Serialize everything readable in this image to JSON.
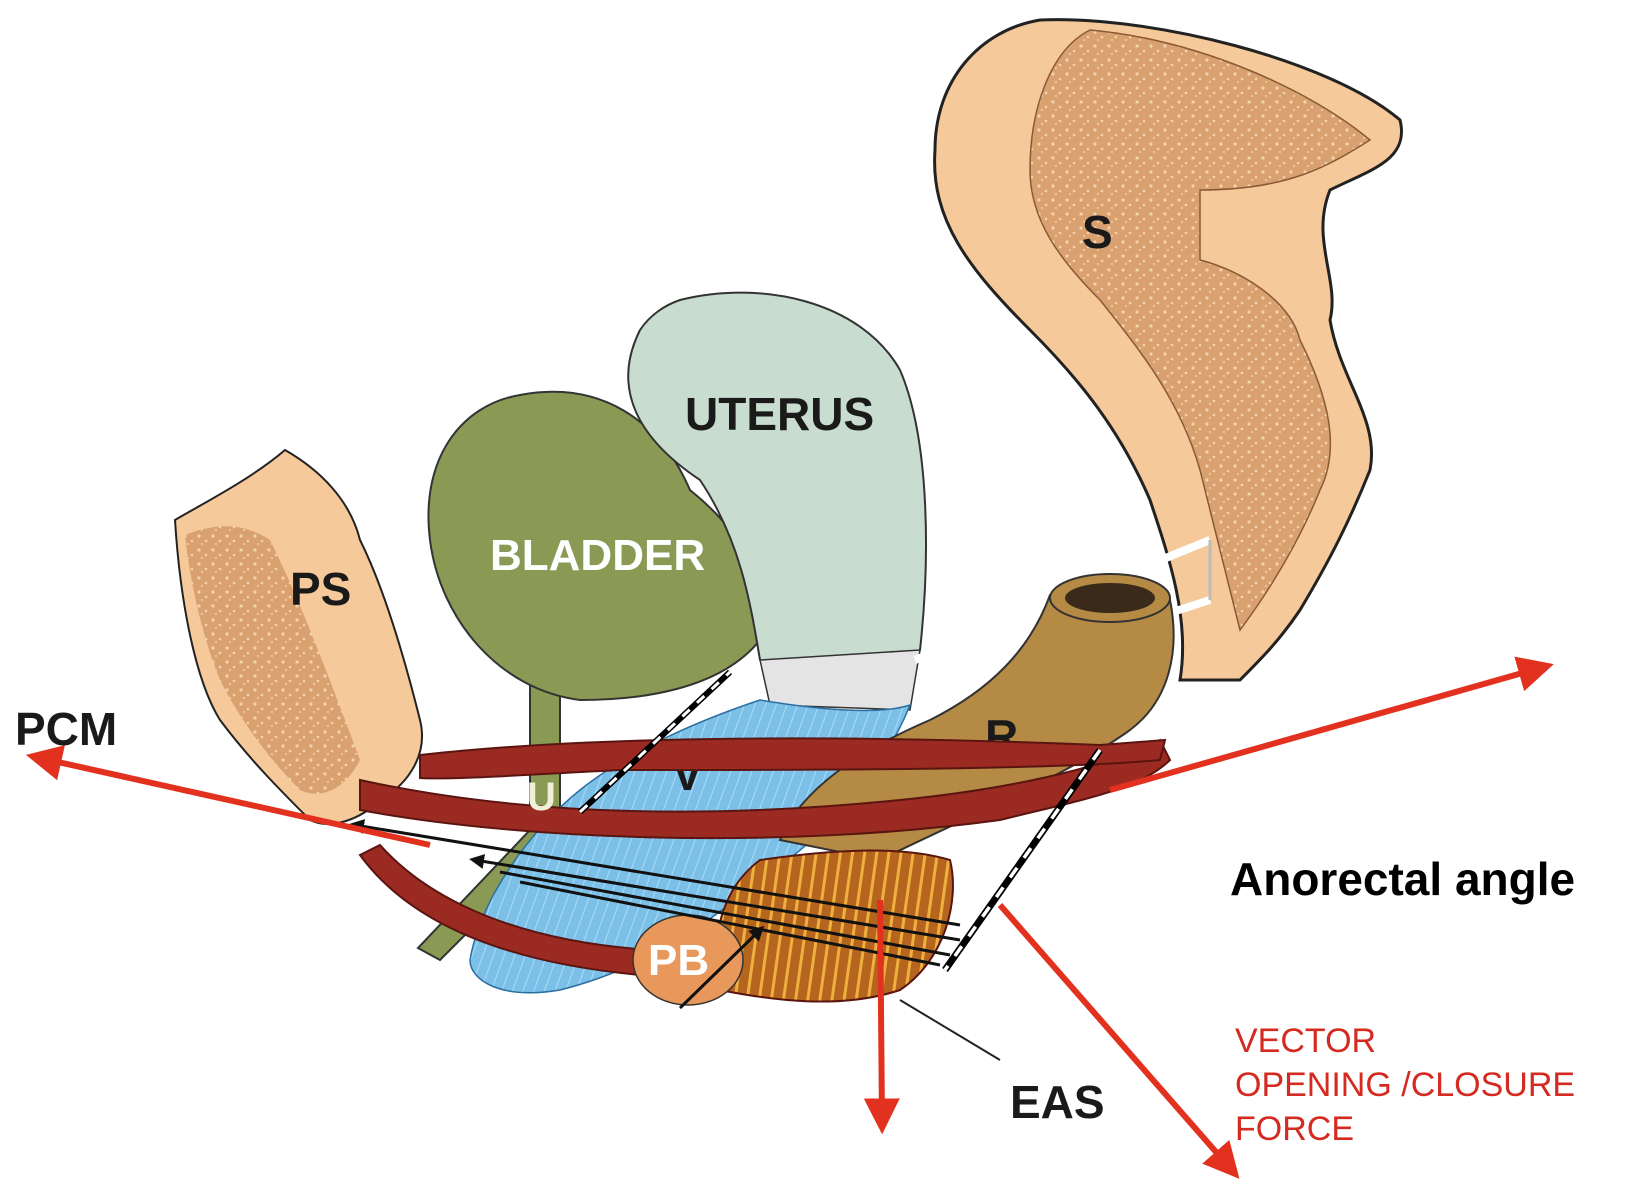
{
  "labels": {
    "s": "S",
    "uterus": "UTERUS",
    "bladder": "BLADDER",
    "ps": "PS",
    "pcm": "PCM",
    "r": "R",
    "v": "V",
    "u": "U",
    "pb": "PB",
    "eas": "EAS",
    "anorectal_angle": "Anorectal angle",
    "vector_line1": "VECTOR",
    "vector_line2": "OPENING /CLOSURE",
    "vector_line3": "FORCE"
  },
  "colors": {
    "bone": "#f6c99a",
    "bone_marrow": "#d9a070",
    "bladder": "#8a9a55",
    "uterus": "#c8ddd0",
    "vagina": "#7cc0e8",
    "rectum": "#b58a45",
    "muscle": "#9b2a22",
    "arrow": "#e2321f",
    "eas_fibers": "#d98a20"
  }
}
